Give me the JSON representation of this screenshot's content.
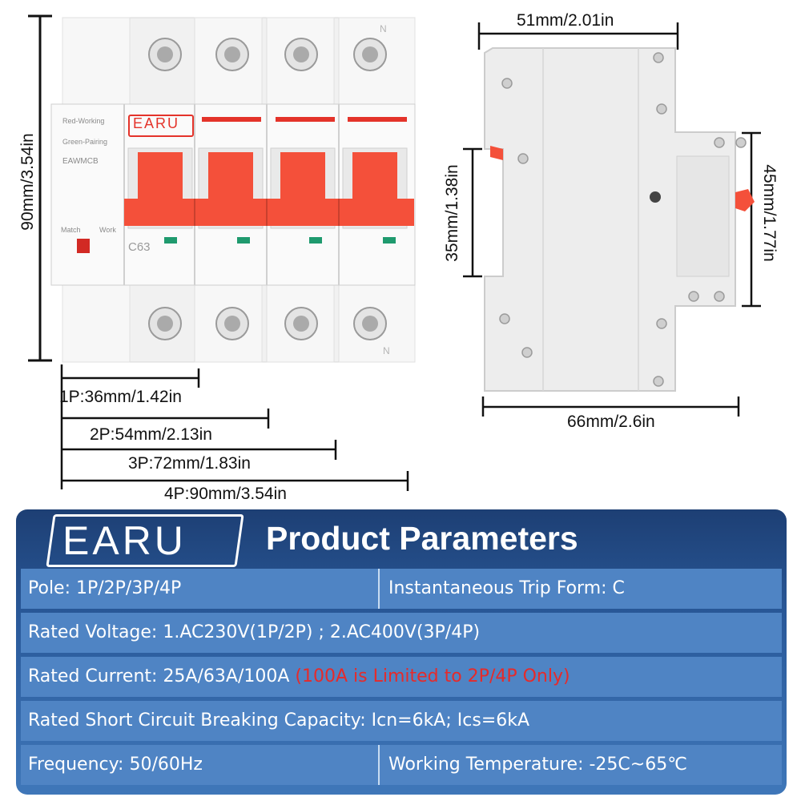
{
  "dimensions": {
    "height_front": "90mm/3.54in",
    "width_1p": "1P:36mm/1.42in",
    "width_2p": "2P:54mm/2.13in",
    "width_3p": "3P:72mm/1.83in",
    "width_4p": "4P:90mm/3.54in",
    "side_top": "51mm/2.01in",
    "side_bottom": "66mm/2.6in",
    "side_left": "35mm/1.38in",
    "side_right": "45mm/1.77in"
  },
  "device": {
    "brand": "EARU",
    "indicator_top": "Red-Working",
    "indicator_bottom": "Green-Pairing",
    "model": "EAWMCB",
    "match_label": "Match",
    "work_label": "Work",
    "rating": "C63",
    "neutral_mark": "N"
  },
  "panel": {
    "logo": "EARU",
    "title": "Product Parameters",
    "rows": [
      {
        "left": "Pole: 1P/2P/3P/4P",
        "right": "Instantaneous Trip Form: C"
      },
      {
        "full": "Rated Voltage: 1.AC230V(1P/2P) ; 2.AC400V(3P/4P)"
      },
      {
        "full": "Rated Current: 25A/63A/100A",
        "note": "(100A is Limited to 2P/4P Only)"
      },
      {
        "full": "Rated Short Circuit Breaking Capacity: Icn=6kA; Ics=6kA"
      },
      {
        "left": "Frequency: 50/60Hz",
        "right": "Working Temperature: -25C~65℃"
      }
    ]
  },
  "colors": {
    "handle": "#f4503a",
    "panel_bg": "#2a5a9b",
    "row_bg": "#4f84c4",
    "note": "#e62a2a"
  }
}
